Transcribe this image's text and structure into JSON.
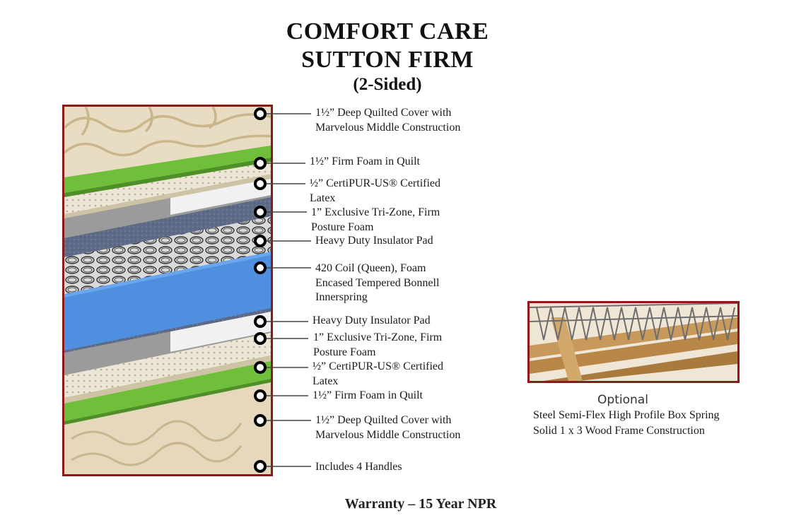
{
  "title": {
    "line1": "COMFORT CARE",
    "line2": "SUTTON FIRM",
    "line3": "(2-Sided)"
  },
  "layers": [
    {
      "lines": [
        "1½” Deep Quilted Cover with",
        "Marvelous Middle Construction"
      ]
    },
    {
      "lines": [
        "1½” Firm Foam in Quilt"
      ]
    },
    {
      "lines": [
        "½” CertiPUR-US® Certified",
        "Latex"
      ]
    },
    {
      "lines": [
        "1” Exclusive Tri-Zone, Firm",
        "Posture Foam"
      ]
    },
    {
      "lines": [
        "Heavy Duty Insulator Pad"
      ]
    },
    {
      "lines": [
        "420 Coil (Queen), Foam",
        "Encased Tempered Bonnell",
        "Innerspring"
      ]
    },
    {
      "lines": [
        "Heavy Duty Insulator Pad"
      ]
    },
    {
      "lines": [
        "1” Exclusive Tri-Zone, Firm",
        "Posture Foam"
      ]
    },
    {
      "lines": [
        "½” CertiPUR-US® Certified",
        "Latex"
      ]
    },
    {
      "lines": [
        "1½” Firm Foam in Quilt"
      ]
    },
    {
      "lines": [
        "1½” Deep Quilted Cover with",
        "Marvelous Middle Construction"
      ]
    },
    {
      "lines": [
        "Includes 4 Handles"
      ]
    }
  ],
  "optional": {
    "heading": "Optional",
    "line1": "Steel Semi-Flex High Profile Box Spring",
    "line2": "Solid 1 x 3 Wood Frame Construction"
  },
  "warranty": "Warranty – 15 Year NPR",
  "colors": {
    "frame": "#8b1a1a",
    "quilt": "#e8dcc3",
    "green_foam": "#6fbf3a",
    "latex": "#e6dfcf",
    "posture_foam": "#9b9b9b",
    "insulator": "#5a6a85",
    "blue_foam": "#4f8fe0"
  }
}
